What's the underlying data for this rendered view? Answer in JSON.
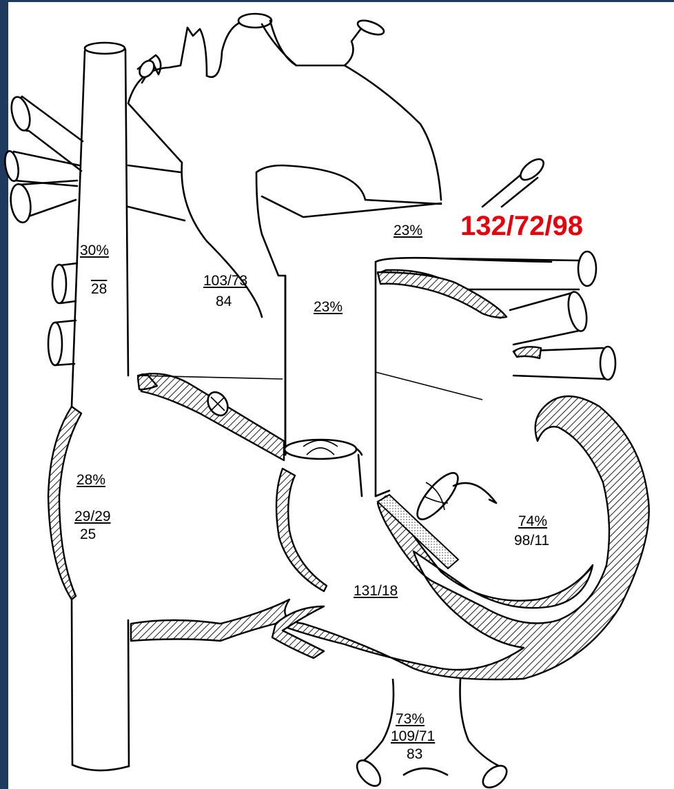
{
  "accent_color": "#e8000b",
  "sidebar_color": "#1f3a5f",
  "labels": {
    "svc_sat": "30%",
    "svc_pressure": "28",
    "ascending_aorta_pressure": "103/73",
    "ascending_aorta_mean": "84",
    "pulmonary_artery_sat": "23%",
    "pa_branch_sat": "23%",
    "arterial_pressure": "132/72/98",
    "ra_sat": "28%",
    "ra_pressure": "29/29",
    "ra_mean": "25",
    "rv_pressure": "131/18",
    "lv_sat": "74%",
    "lv_pressure": "98/11",
    "ivc_sat": "73%",
    "ivc_pressure": "109/71",
    "ivc_mean": "83"
  }
}
